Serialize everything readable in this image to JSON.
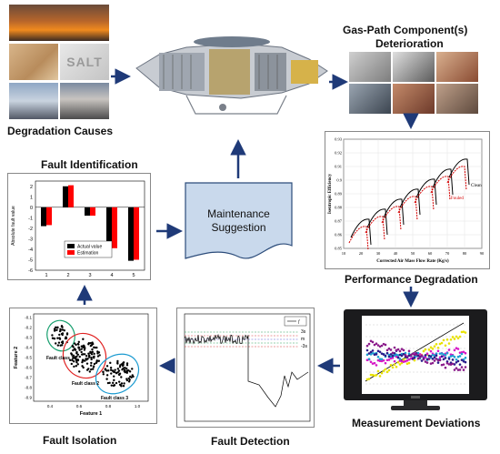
{
  "labels": {
    "degradation_causes": "Degradation Causes",
    "component_deterioration_1": "Gas-Path Component(s)",
    "component_deterioration_2": "Deterioration",
    "fault_identification": "Fault Identification",
    "maintenance_1": "Maintenance",
    "maintenance_2": "Suggestion",
    "performance_degradation": "Performance Degradation",
    "measurement_deviations": "Measurement Deviations",
    "fault_detection": "Fault Detection",
    "fault_isolation": "Fault Isolation"
  },
  "photos": {
    "salt_text": "SALT"
  },
  "colors": {
    "arrow": "#1f3a78",
    "box_fill": "#c9d9ec",
    "box_stroke": "#2c4c7a",
    "actual": "#000000",
    "estimation": "#ff0000"
  },
  "fault_id_chart": {
    "ylabel": "Absolute fault value",
    "categories": [
      "1",
      "2",
      "3",
      "4",
      "5"
    ],
    "y_ticks": [
      "2",
      "1",
      "0",
      "-1",
      "-2",
      "-3",
      "-4",
      "-5",
      "-6"
    ],
    "legend": [
      "Actual value",
      "Estimation"
    ]
  },
  "chart_data": [
    {
      "type": "bar",
      "categories": [
        "1",
        "2",
        "3",
        "4",
        "5"
      ],
      "series": [
        {
          "name": "Actual value",
          "values": [
            -1.8,
            2.0,
            -0.8,
            -3.9,
            -5.1
          ]
        },
        {
          "name": "Estimation",
          "values": [
            -1.7,
            2.1,
            -0.8,
            -3.9,
            -5.0
          ]
        }
      ],
      "ylabel": "Absolute fault value",
      "ylim": [
        -6,
        2.5
      ]
    },
    {
      "type": "scatter",
      "xlabel": "Feature 1",
      "ylabel": "Feature 2",
      "x_ticks": [
        "0.4",
        "0.6",
        "0.8",
        "1.0"
      ],
      "y_ticks": [
        "-0.1",
        "-0.2",
        "-0.3",
        "-0.4",
        "-0.5",
        "-0.6",
        "-0.7",
        "-0.8",
        "-0.9"
      ],
      "annotations": [
        "Fault class 1",
        "Fault class 2",
        "Fault class 3"
      ]
    }
  ],
  "perf_chart": {
    "xlabel": "Corrected Air Mass Flow Rate (Kg/s)",
    "ylabel": "Isentropic Efficiency",
    "x_ticks": [
      "10",
      "20",
      "30",
      "40",
      "50",
      "60",
      "70",
      "80",
      "90"
    ],
    "y_ticks": [
      "0.93",
      "0.92",
      "0.91",
      "0.9",
      "0.89",
      "0.88",
      "0.87",
      "0.86",
      "0.85"
    ],
    "legend_fouled": "Fouled",
    "legend_clean": "Clean"
  },
  "detection_chart": {
    "legend": "f",
    "sigma_labels": [
      "3s",
      "m",
      "-3s"
    ]
  }
}
